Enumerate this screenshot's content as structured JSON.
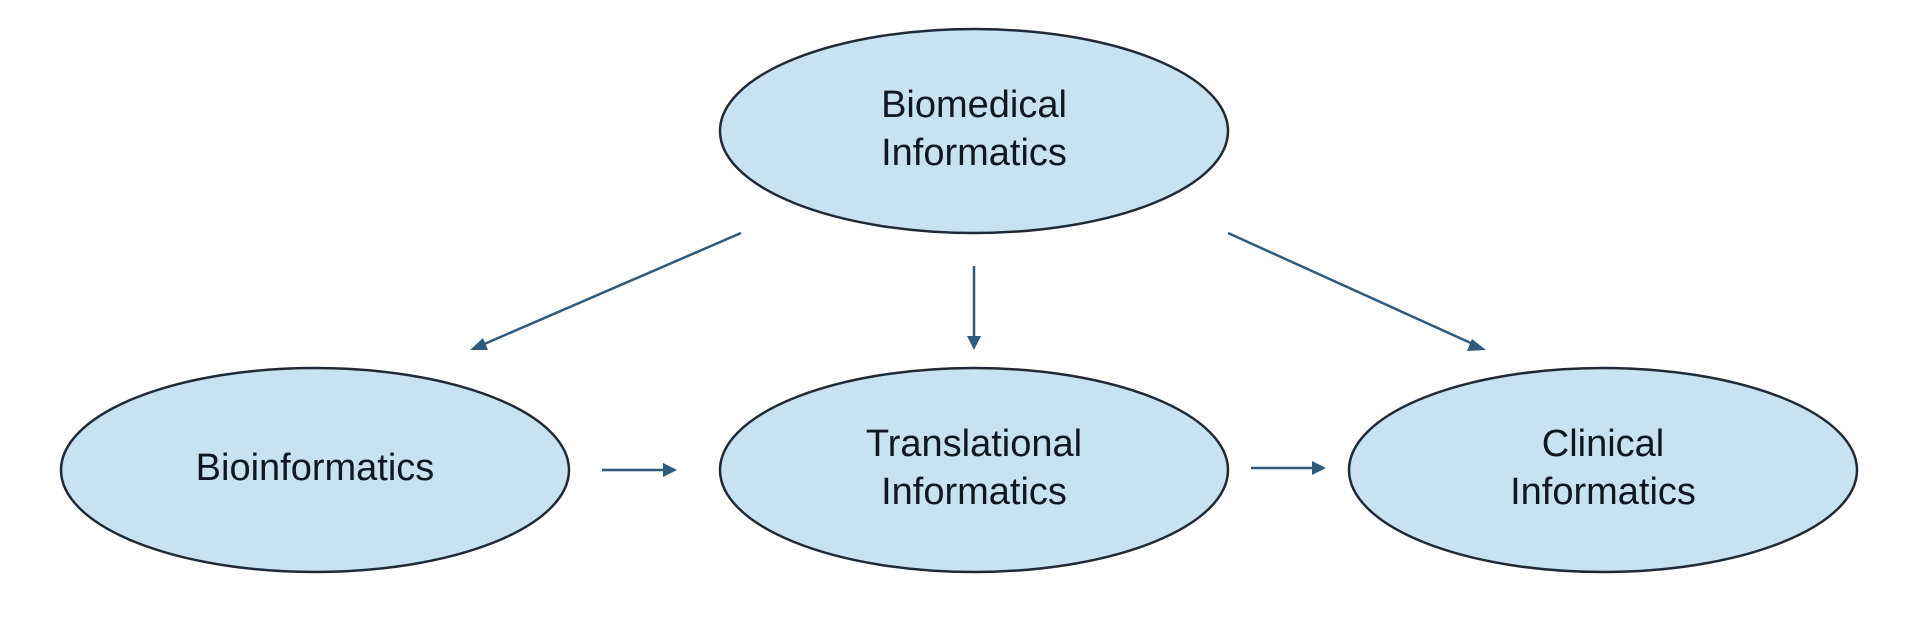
{
  "diagram": {
    "nodes": {
      "biomedical": {
        "line1": "Biomedical",
        "line2": "Informatics"
      },
      "bioinformatics": {
        "line1": "Bioinformatics"
      },
      "translational": {
        "line1": "Translational",
        "line2": "Informatics"
      },
      "clinical": {
        "line1": "Clinical",
        "line2": "Informatics"
      }
    },
    "edges": [
      {
        "from": "Biomedical Informatics",
        "to": "Bioinformatics"
      },
      {
        "from": "Biomedical Informatics",
        "to": "Translational Informatics"
      },
      {
        "from": "Biomedical Informatics",
        "to": "Clinical Informatics"
      },
      {
        "from": "Bioinformatics",
        "to": "Translational Informatics"
      },
      {
        "from": "Translational Informatics",
        "to": "Clinical Informatics"
      }
    ],
    "colors": {
      "node_fill": "#c9e2f1",
      "node_stroke": "#1f2a36",
      "arrow": "#2e5b7c",
      "text": "#0f1720"
    }
  }
}
